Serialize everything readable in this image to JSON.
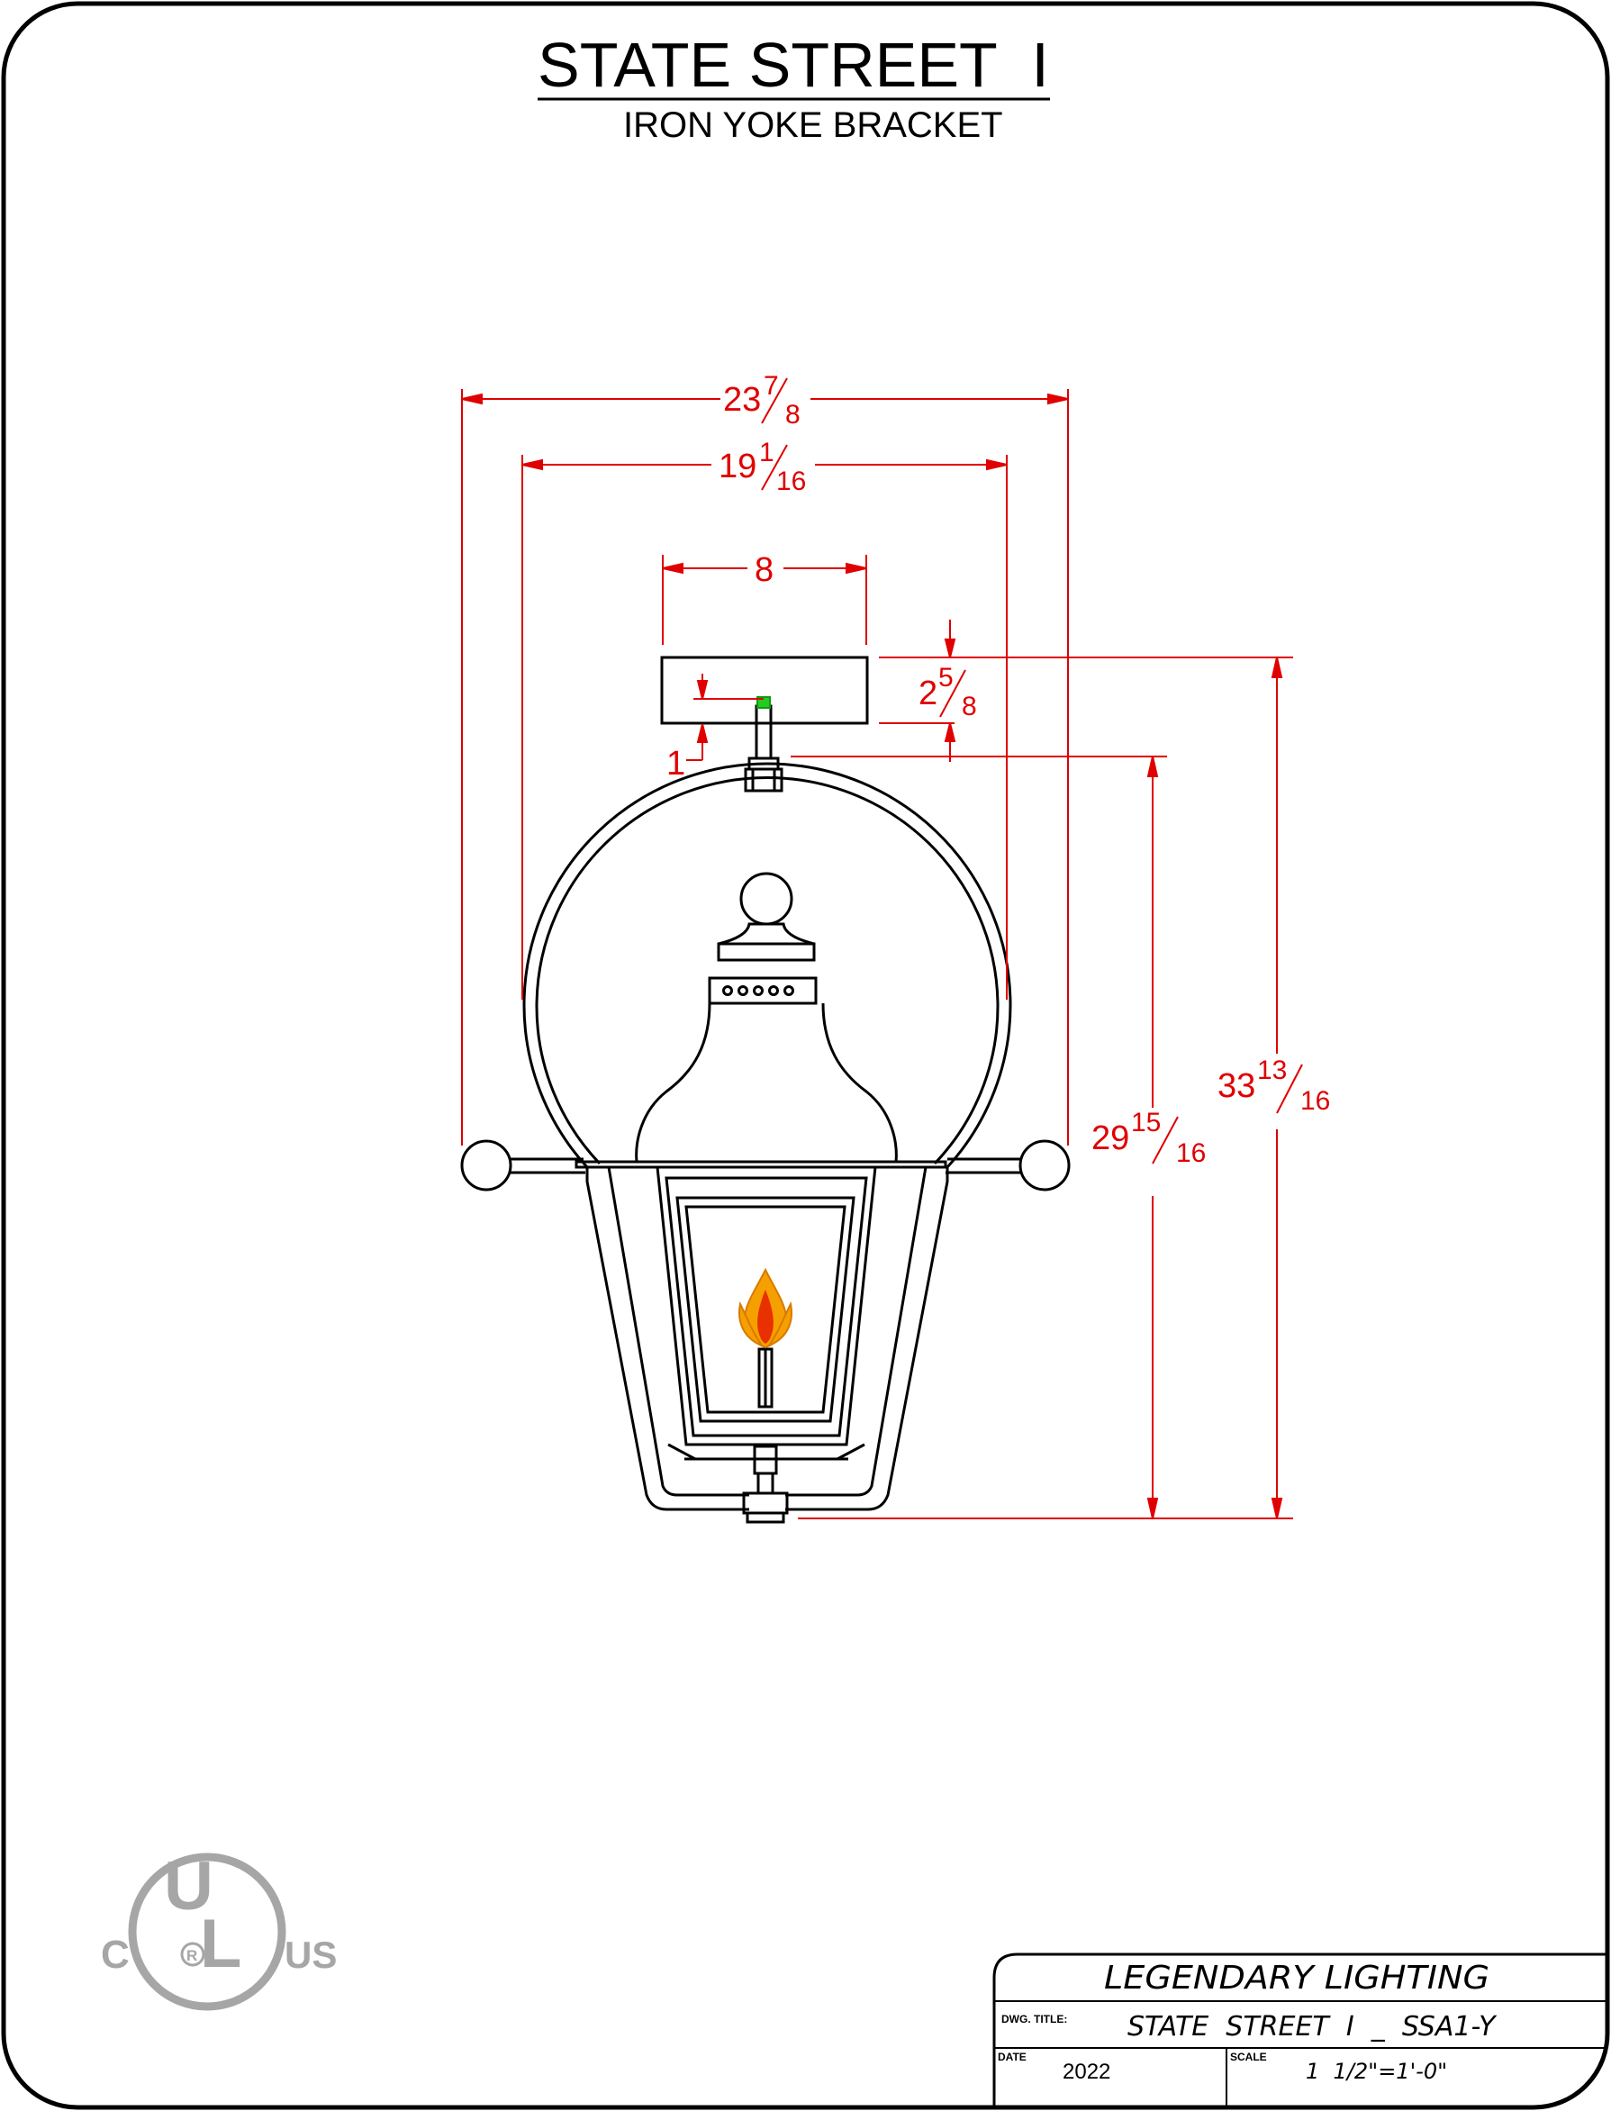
{
  "drawing": {
    "title": "STATE STREET  I",
    "subtitle": "IRON YOKE BRACKET"
  },
  "dimensions": {
    "overall_width": {
      "whole": "23",
      "num": "7",
      "den": "8"
    },
    "yoke_width": {
      "whole": "19",
      "num": "1",
      "den": "16"
    },
    "backplate_width": {
      "whole": "8"
    },
    "backplate_height": {
      "whole": "2",
      "num": "5",
      "den": "8"
    },
    "arm_offset": {
      "whole": "1"
    },
    "fixture_height": {
      "whole": "29",
      "num": "15",
      "den": "16"
    },
    "overall_height": {
      "whole": "33",
      "num": "13",
      "den": "16"
    }
  },
  "certification": {
    "c": "C",
    "u": "U",
    "l": "L",
    "r": "R",
    "us": "US"
  },
  "title_block": {
    "company": "LEGENDARY LIGHTING",
    "dwg_title_label": "DWG. TITLE:",
    "dwg_title": "STATE  STREET  I  _  SSA1-Y",
    "date_label": "DATE",
    "date": "2022",
    "scale_label": "SCALE",
    "scale": "1  1/2\"=1'-0\""
  },
  "colors": {
    "dimension": "#e00000",
    "outline": "#000000",
    "ul_mark": "#a6a6a6",
    "flame_outer": "#f5a000",
    "flame_inner": "#e83000",
    "fitting": "#22cc22"
  }
}
